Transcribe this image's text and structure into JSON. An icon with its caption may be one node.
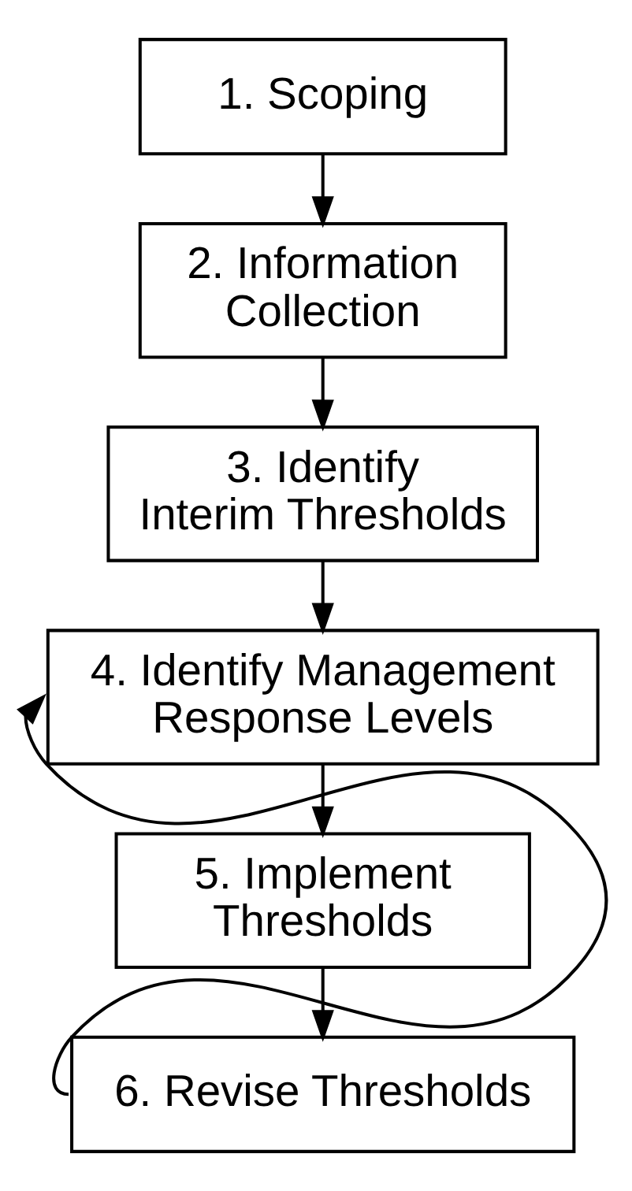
{
  "diagram": {
    "nodes": [
      {
        "text": [
          "1. Scoping"
        ]
      },
      {
        "text": [
          "2. Information Collection"
        ]
      },
      {
        "text": [
          "3. Identify Interim Thresholds"
        ]
      },
      {
        "text": [
          "4. Identify Management Response Levels"
        ]
      },
      {
        "text": [
          "5. Implement Thresholds"
        ]
      },
      {
        "text": [
          "6. Revise Thresholds"
        ]
      }
    ],
    "edges": [
      {
        "from": 0,
        "to": 1,
        "arrow": "to"
      },
      {
        "from": 1,
        "to": 2,
        "arrow": "to"
      },
      {
        "from": 2,
        "to": 3,
        "arrow": "to"
      },
      {
        "from": 3,
        "to": 4,
        "arrow": "to"
      },
      {
        "from": 4,
        "to": 5,
        "arrow": "to"
      },
      {
        "from": 5,
        "to": 3,
        "arrow": "to"
      }
    ]
  }
}
